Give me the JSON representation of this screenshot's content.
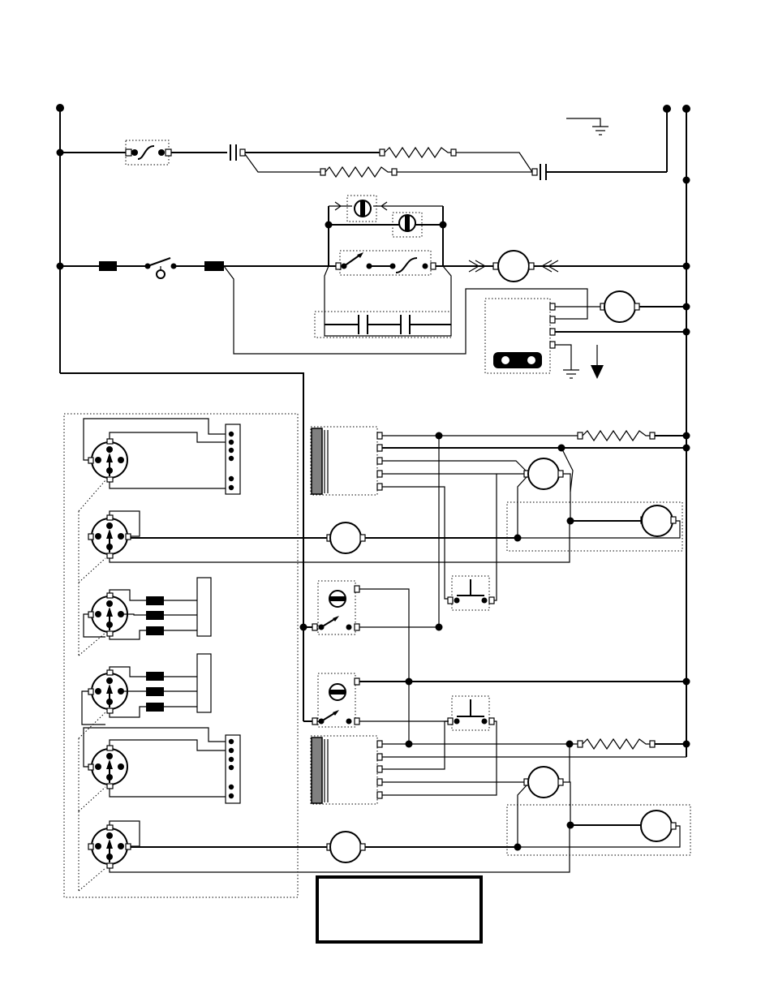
{
  "diagram": {
    "colors": {
      "wire": "#000000",
      "background": "#ffffff",
      "pad_fill": "#808080"
    },
    "icons": [
      "power-terminal",
      "fuse",
      "door-switch",
      "heating-element",
      "thermostat",
      "motor",
      "lamp",
      "timer-switch",
      "relay-coil",
      "push-button",
      "ground-symbol"
    ],
    "legend_box_text": ""
  }
}
